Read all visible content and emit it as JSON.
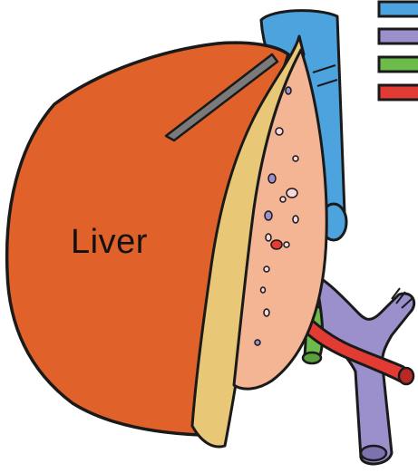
{
  "figure": {
    "organ_label": "Liver",
    "colors": {
      "liver": "#E0622A",
      "cut_surface": "#F3B593",
      "peritoneum": "#E8C777",
      "vena_cava": "#4DA3DD",
      "portal_vein": "#9B8FCC",
      "bile_duct": "#6DBB4A",
      "hepatic_artery": "#E23B33",
      "ligament": "#7A7A7A",
      "outline": "#1a1a1a"
    },
    "legend": [
      {
        "icon": "blue-swatch",
        "color": "#4DA3DD"
      },
      {
        "icon": "purple-swatch",
        "color": "#9B8FCC"
      },
      {
        "icon": "green-swatch",
        "color": "#6DBB4A"
      },
      {
        "icon": "red-swatch",
        "color": "#E23B33"
      }
    ]
  }
}
